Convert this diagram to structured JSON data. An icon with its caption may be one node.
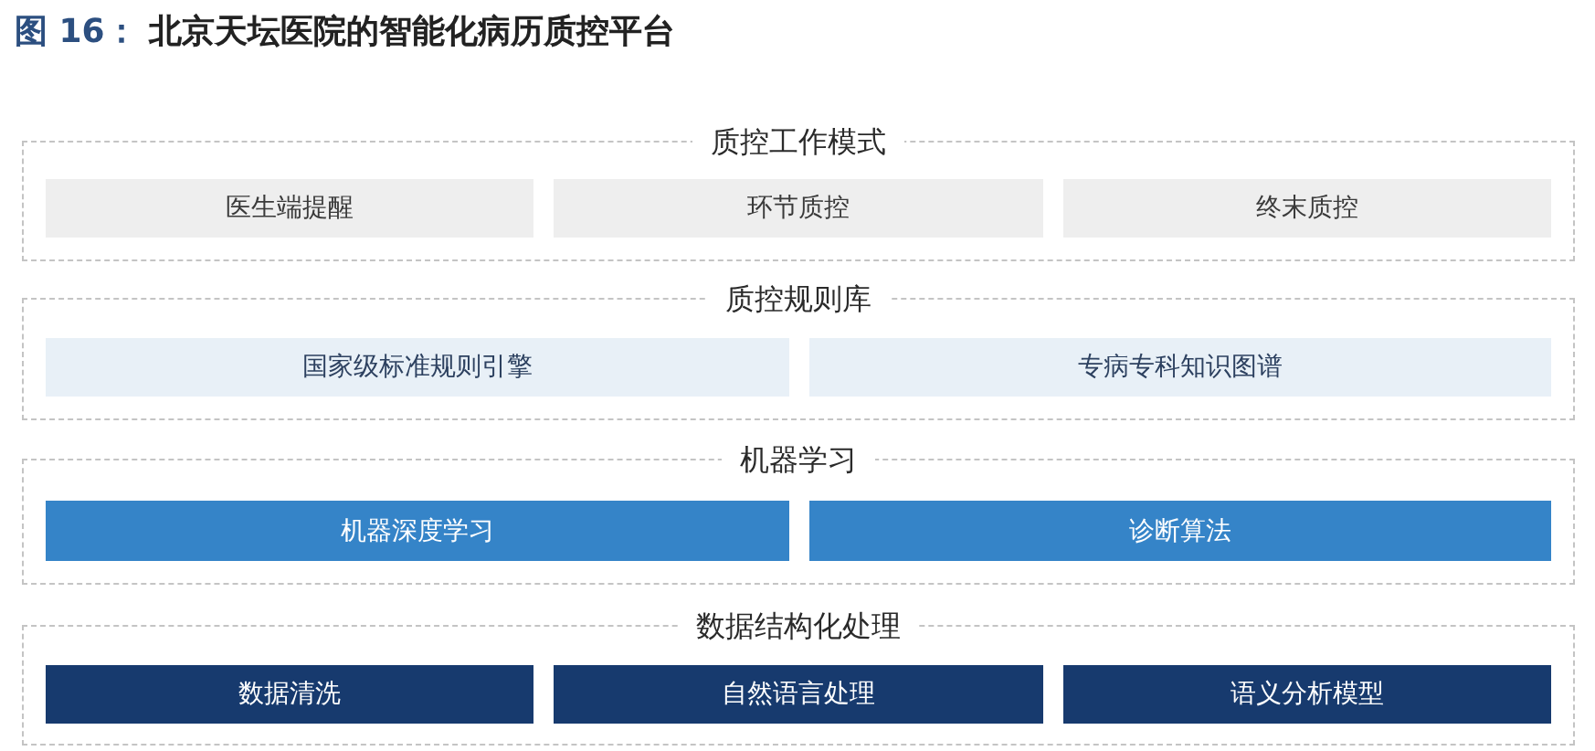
{
  "diagram": {
    "title": "图 16： 北京天坛医院的智能化病历质控平台",
    "nodes": [
      {
        "text": [
          "质控工作模式"
        ]
      },
      {
        "text": [
          "医生端提醒"
        ],
        "in": 0
      },
      {
        "text": [
          "环节质控"
        ],
        "in": 0
      },
      {
        "text": [
          "终末质控"
        ],
        "in": 0
      },
      {
        "text": [
          "质控规则库"
        ]
      },
      {
        "text": [
          "国家级标准规则引擎"
        ],
        "in": 4
      },
      {
        "text": [
          "专病专科知识图谱"
        ],
        "in": 4
      },
      {
        "text": [
          "机器学习"
        ]
      },
      {
        "text": [
          "机器深度学习"
        ],
        "in": 7
      },
      {
        "text": [
          "诊断算法"
        ],
        "in": 7
      },
      {
        "text": [
          "数据结构化处理"
        ]
      },
      {
        "text": [
          "数据清洗"
        ],
        "in": 10
      },
      {
        "text": [
          "自然语言处理"
        ],
        "in": 10
      },
      {
        "text": [
          "语义分析模型"
        ],
        "in": 10
      }
    ]
  }
}
